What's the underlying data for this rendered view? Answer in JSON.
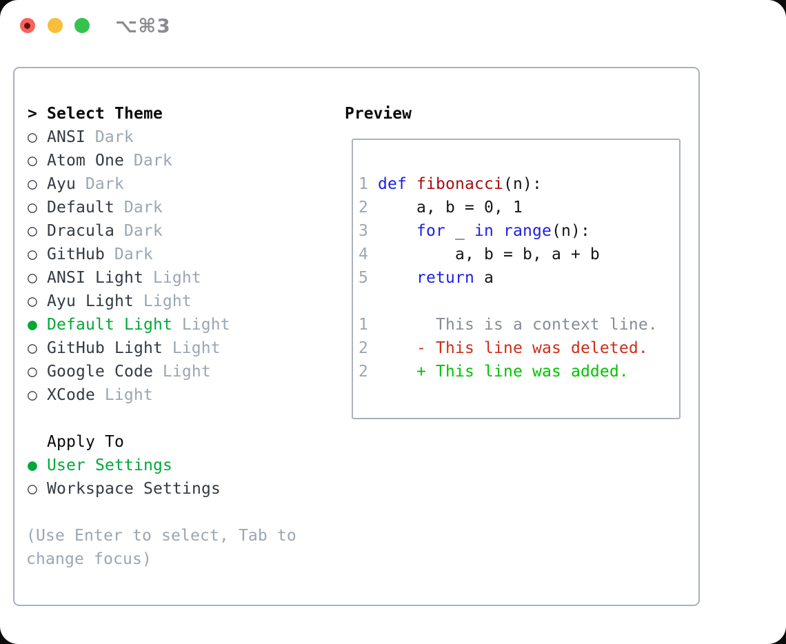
{
  "window": {
    "title": "⌥⌘3",
    "traffic_lights": {
      "red": "#f4635c",
      "yellow": "#f6be3b",
      "green": "#34c24e"
    }
  },
  "colors": {
    "selected_green": "#00a837",
    "keyword_blue": "#1e1ee4",
    "function_red": "#a60e0e",
    "diff_deleted_red": "#cd2d19",
    "diff_added_green": "#00c300",
    "muted_gray": "#9aa6b2",
    "panel_border": "#a9b1bc"
  },
  "theme_list": {
    "header": {
      "bullet": "> ",
      "label": "Select Theme"
    },
    "items": [
      {
        "bullet": "○ ",
        "name": "ANSI",
        "variant": "Dark",
        "selected": false
      },
      {
        "bullet": "○ ",
        "name": "Atom One",
        "variant": "Dark",
        "selected": false
      },
      {
        "bullet": "○ ",
        "name": "Ayu",
        "variant": "Dark",
        "selected": false
      },
      {
        "bullet": "○ ",
        "name": "Default",
        "variant": "Dark",
        "selected": false
      },
      {
        "bullet": "○ ",
        "name": "Dracula",
        "variant": "Dark",
        "selected": false
      },
      {
        "bullet": "○ ",
        "name": "GitHub",
        "variant": "Dark",
        "selected": false
      },
      {
        "bullet": "○ ",
        "name": "ANSI Light",
        "variant": "Light",
        "selected": false
      },
      {
        "bullet": "○ ",
        "name": "Ayu Light",
        "variant": "Light",
        "selected": false
      },
      {
        "bullet": "● ",
        "name": "Default Light",
        "variant": "Light",
        "selected": true
      },
      {
        "bullet": "○ ",
        "name": "GitHub Light",
        "variant": "Light",
        "selected": false
      },
      {
        "bullet": "○ ",
        "name": "Google Code",
        "variant": "Light",
        "selected": false
      },
      {
        "bullet": "○ ",
        "name": "XCode",
        "variant": "Light",
        "selected": false
      }
    ]
  },
  "apply_to": {
    "header": {
      "bullet": "  ",
      "label": "Apply To"
    },
    "options": [
      {
        "bullet": "● ",
        "label": "User Settings",
        "selected": true
      },
      {
        "bullet": "○ ",
        "label": "Workspace Settings",
        "selected": false
      }
    ]
  },
  "help": {
    "line1": "(Use Enter to select, Tab to",
    "line2": "change focus)"
  },
  "preview": {
    "label": "Preview",
    "code_lines": [
      {
        "num": "1",
        "t0": " def ",
        "t1": "fibonacci",
        "t2": "(n):"
      },
      {
        "num": "2",
        "t0": "     a, b = 0, 1"
      },
      {
        "num": "3",
        "t0": "     for ",
        "t1": "_ ",
        "t2": "in range",
        "t3": "(n):"
      },
      {
        "num": "4",
        "t0": "         a, b = b, a + b"
      },
      {
        "num": "5",
        "t0": "     return ",
        "t1": "a"
      }
    ],
    "diff_lines": [
      {
        "num": "1",
        "text": "       This is a context line."
      },
      {
        "num": "2",
        "text": "     - This line was deleted."
      },
      {
        "num": "2",
        "text": "     + This line was added."
      }
    ]
  }
}
